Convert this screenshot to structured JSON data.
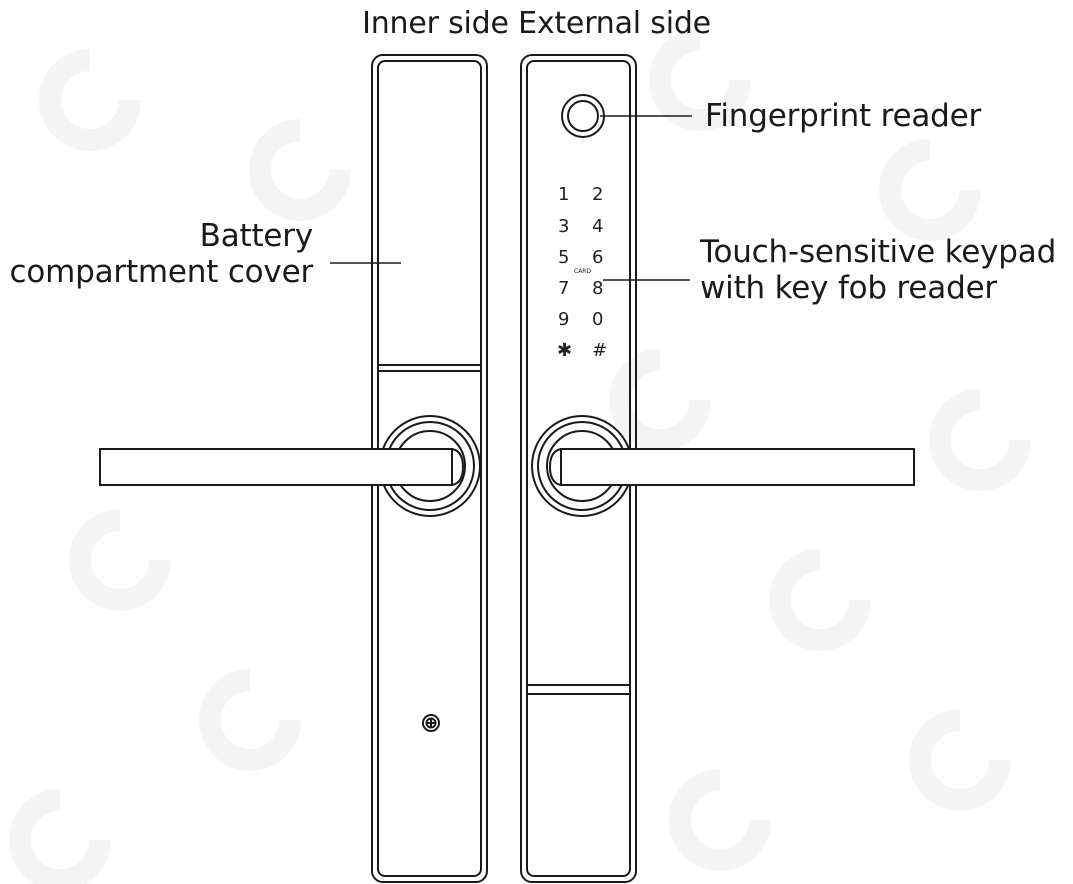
{
  "title": "Inner side External side",
  "labels": {
    "battery_line1": "Battery",
    "battery_line2": "compartment cover",
    "fingerprint": "Fingerprint reader",
    "keypad_line1": "Touch-sensitive keypad",
    "keypad_line2": "with key fob reader"
  },
  "keypad": {
    "keys": [
      "1",
      "2",
      "3",
      "4",
      "5",
      "6",
      "7",
      "8",
      "9",
      "0",
      "✱",
      "#"
    ],
    "card_text": "CARD"
  },
  "colors": {
    "line": "#1a1a1a",
    "background": "#ffffff",
    "watermark": "#f3f3f3"
  }
}
